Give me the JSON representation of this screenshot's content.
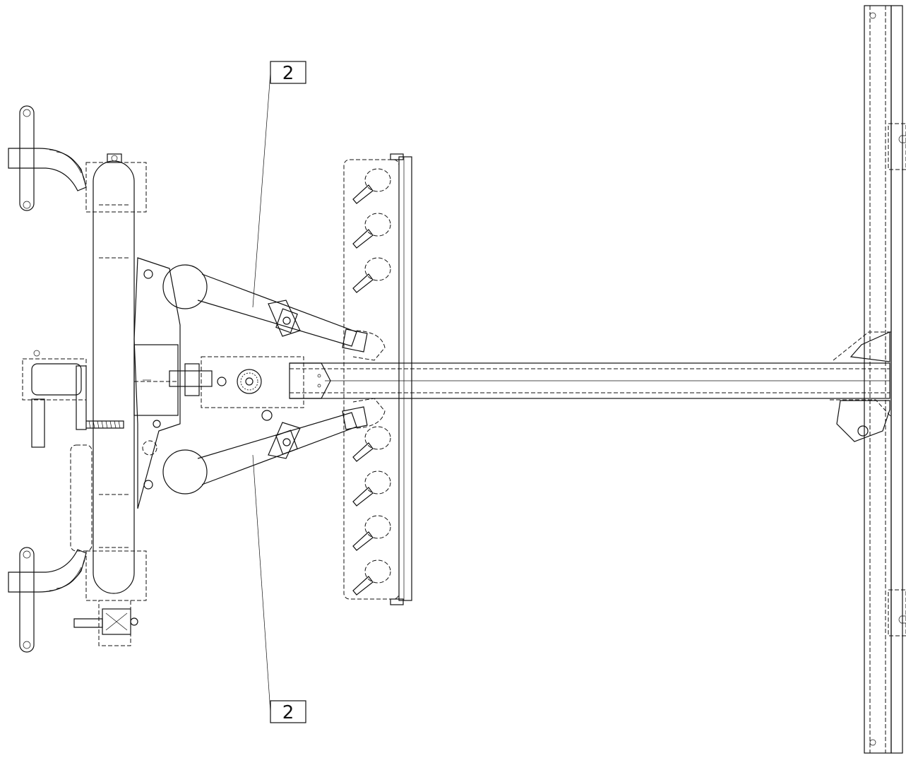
{
  "callouts": [
    {
      "id": "callout-top",
      "label": "2"
    },
    {
      "id": "callout-bottom",
      "label": "2"
    }
  ],
  "colors": {
    "line": "#111111",
    "background": "#ffffff"
  }
}
